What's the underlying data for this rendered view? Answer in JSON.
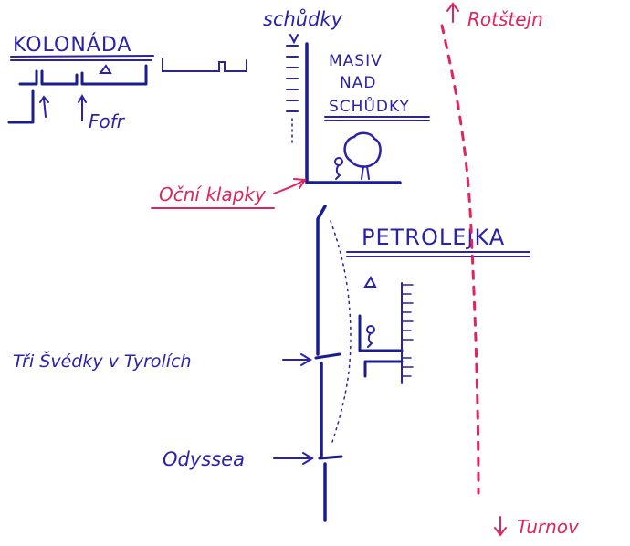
{
  "labels": {
    "kolonada": "KOLONÁDA",
    "fofr": "Fofr",
    "schudky": "schůdky",
    "masiv_line1": "MASIV",
    "masiv_line2": "NAD",
    "masiv_line3": "SCHŮDKY",
    "ocni_klapky": "Oční klapky",
    "petrolejka": "PETROLEJKA",
    "tri_svedky": "Tři Švédky v Tyrolích",
    "odyssea": "Odyssea",
    "rotstejn": "Rotštejn",
    "turnov": "Turnov"
  },
  "colors": {
    "ink": "#1a1d8c",
    "ink_text": "#2a22a8",
    "red": "#e0245e",
    "background": "#ffffff"
  },
  "icons": [
    "tent-triangle",
    "climber-figure",
    "tree",
    "arrow-up",
    "arrow-down",
    "arrow-right"
  ]
}
